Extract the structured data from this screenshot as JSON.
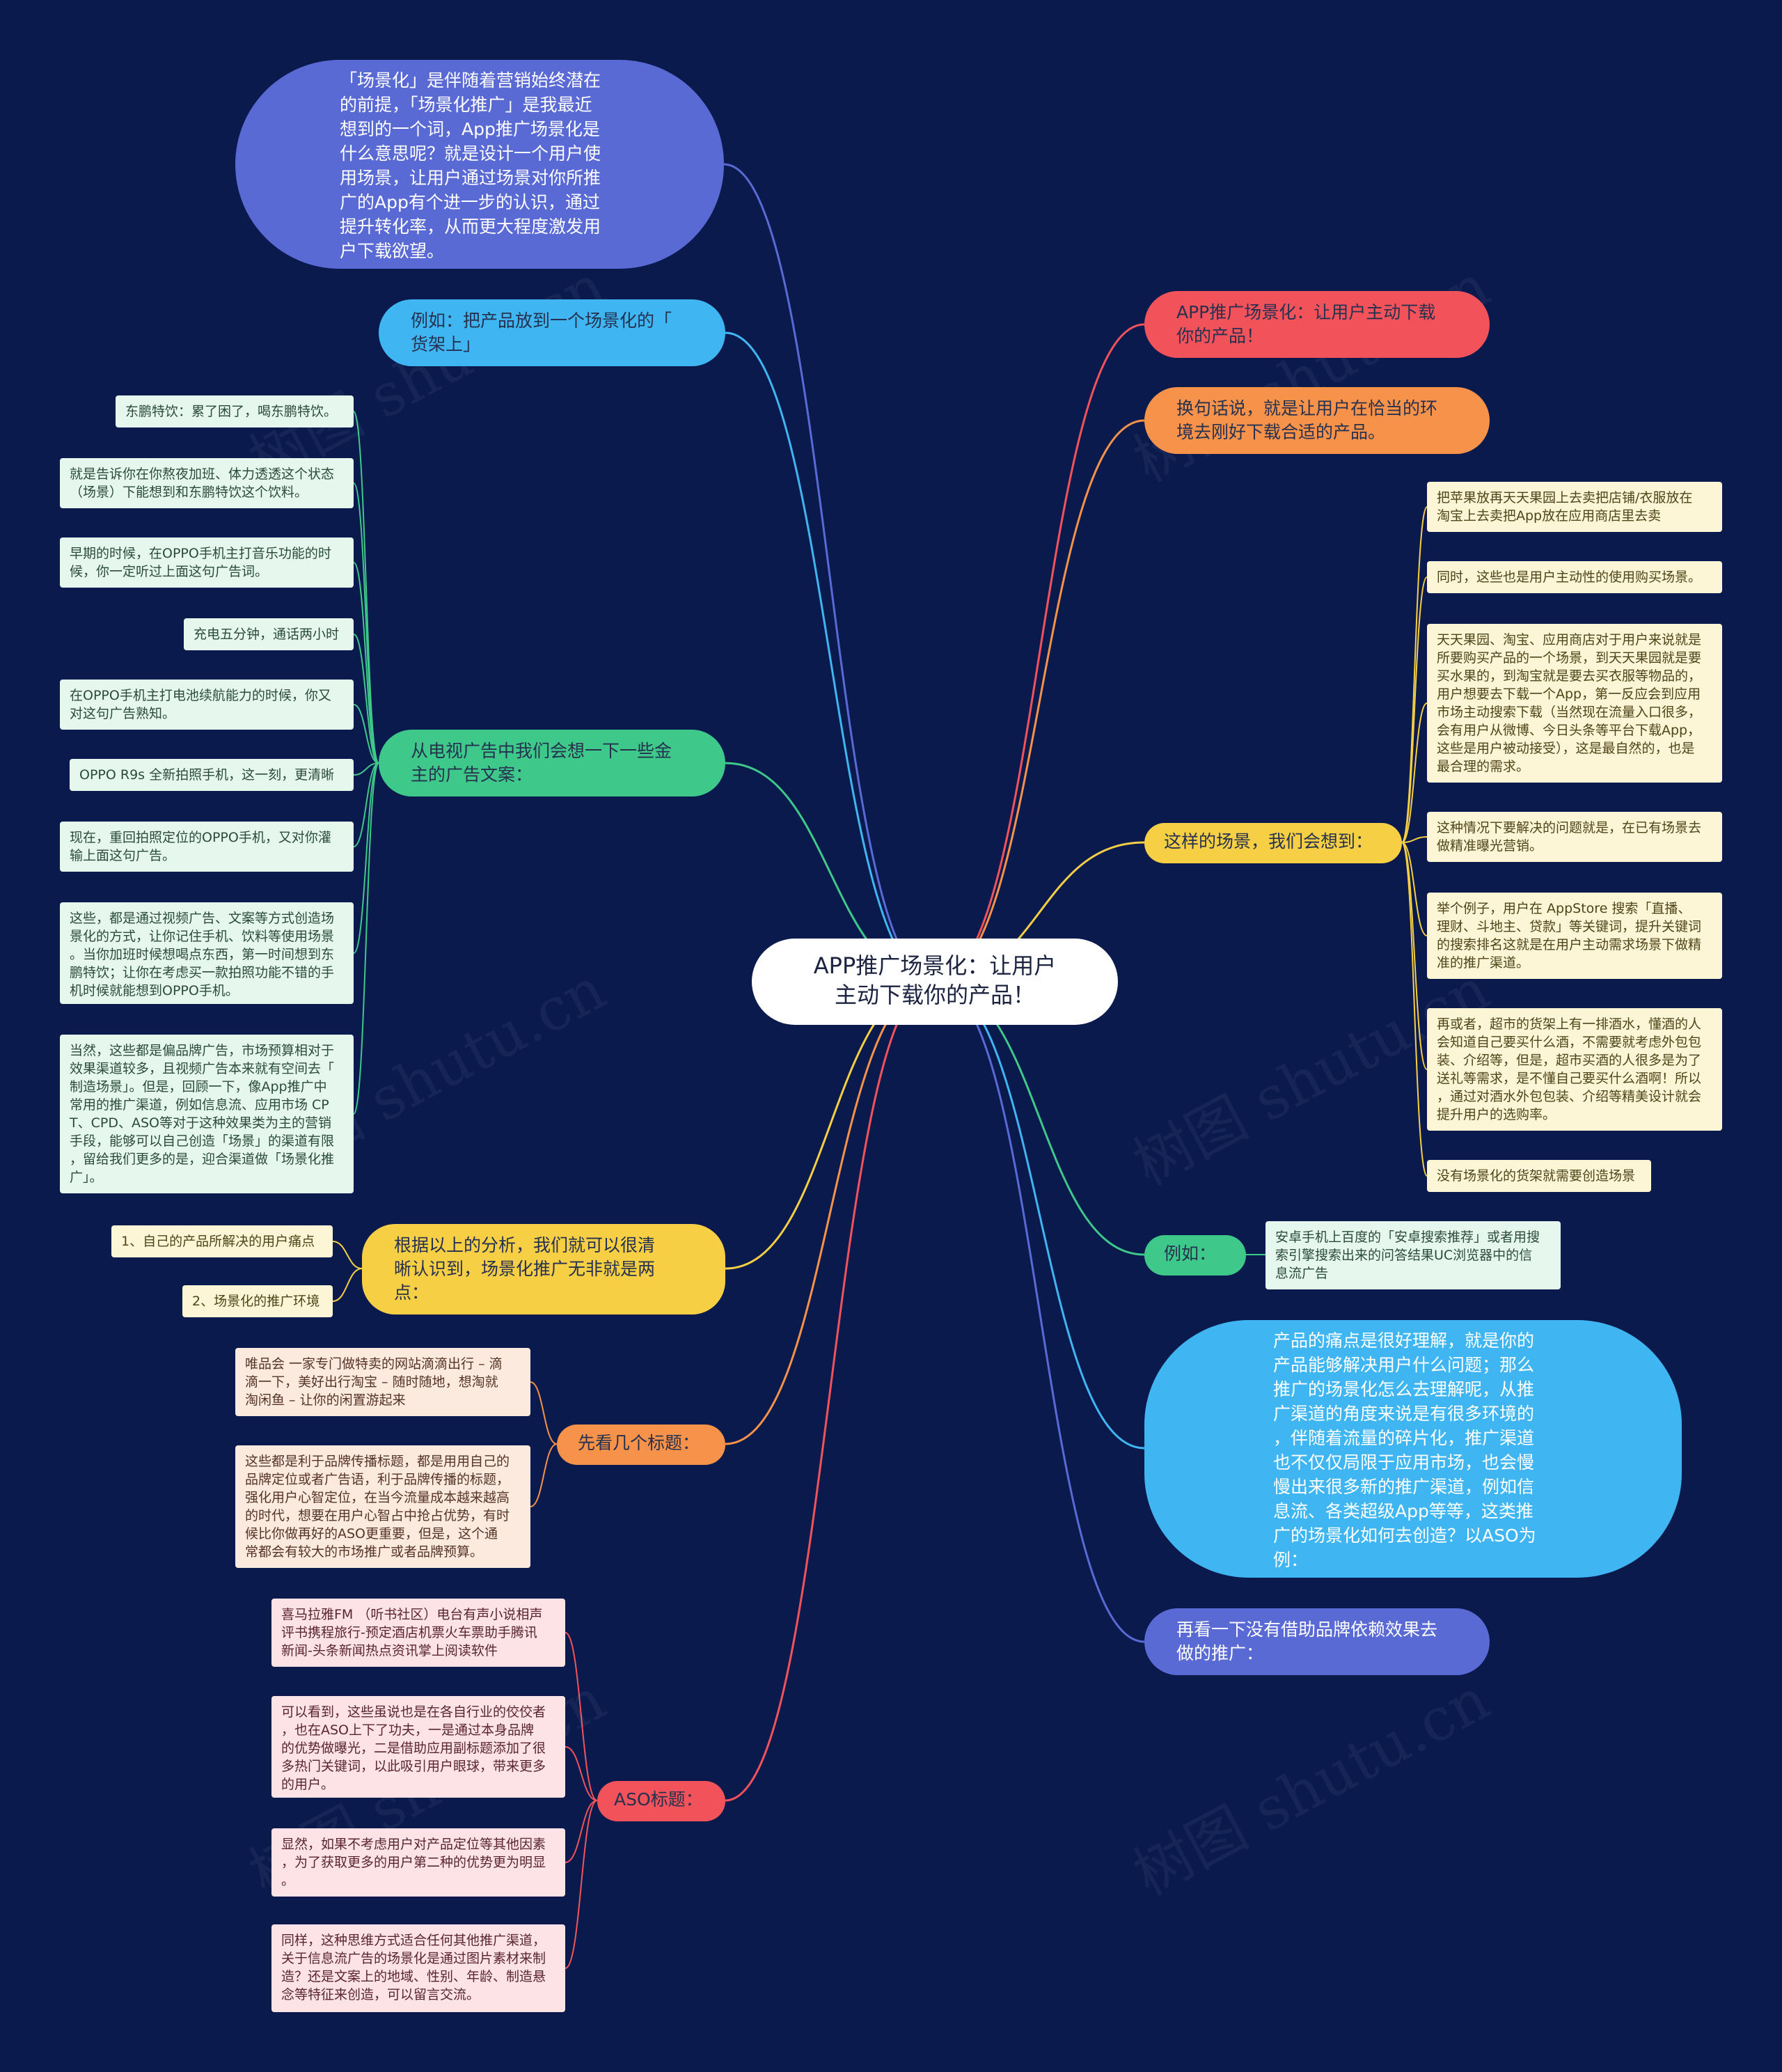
{
  "center": "APP推广场景化：让用户\n主动下载你的产品！",
  "left": {
    "intro": "「场景化」是伴随着营销始终潜在\n的前提，「场景化推广」是我最近\n想到的一个词，App推广场景化是\n什么意思呢？就是设计一个用户使\n用场景，让用户通过场景对你所推\n广的App有个进一步的认识，通过\n提升转化率，从而更大程度激发用\n户下载欲望。",
    "example_shelf": "例如：把产品放到一个场景化的「\n货架上」",
    "tv_ads": {
      "title": "从电视广告中我们会想一下一些金\n主的广告文案：",
      "items": [
        "东鹏特饮：累了困了，喝东鹏特饮。",
        "就是告诉你在你熬夜加班、体力透透这个状态\n（场景）下能想到和东鹏特饮这个饮料。",
        "早期的时候，在OPPO手机主打音乐功能的时\n候，你一定听过上面这句广告词。",
        "充电五分钟，通话两小时",
        "在OPPO手机主打电池续航能力的时候，你又\n对这句广告熟知。",
        "OPPO R9s 全新拍照手机，这一刻，更清晰",
        "现在，重回拍照定位的OPPO手机，又对你灌\n输上面这句广告。",
        "这些，都是通过视频广告、文案等方式创造场\n景化的方式，让你记住手机、饮料等使用场景\n。当你加班时候想喝点东西，第一时间想到东\n鹏特饮；让你在考虑买一款拍照功能不错的手\n机时候就能想到OPPO手机。",
        "当然，这些都是偏品牌广告，市场预算相对于\n效果渠道较多，且视频广告本来就有空间去「\n制造场景」。但是，回顾一下，像App推广中\n常用的推广渠道，例如信息流、应用市场 CP\nT、CPD、ASO等对于这种效果类为主的营销\n手段，能够可以自己创造「场景」的渠道有限\n，留给我们更多的是，迎合渠道做「场景化推\n广」。"
      ]
    },
    "two_points": {
      "title": "根据以上的分析，我们就可以很清\n晰认识到，场景化推广无非就是两\n点：",
      "items": [
        "1、自己的产品所解决的用户痛点",
        "2、场景化的推广环境"
      ]
    },
    "headlines": {
      "title": "先看几个标题：",
      "items": [
        "唯品会 一家专门做特卖的网站滴滴出行 – 滴\n滴一下，美好出行淘宝 – 随时随地，想淘就\n淘闲鱼 – 让你的闲置游起来",
        "这些都是利于品牌传播标题，都是用用自己的\n品牌定位或者广告语，利于品牌传播的标题，\n强化用户心智定位，在当今流量成本越来越高\n的时代，想要在用户心智占中抢占优势，有时\n候比你做再好的ASO更重要，但是，这个通\n常都会有较大的市场推广或者品牌预算。"
      ]
    },
    "aso": {
      "title": "ASO标题：",
      "items": [
        "喜马拉雅FM （听书社区）电台有声小说相声\n评书携程旅行-预定酒店机票火车票助手腾讯\n新闻-头条新闻热点资讯掌上阅读软件",
        "可以看到，这些虽说也是在各自行业的佼佼者\n，也在ASO上下了功夫，一是通过本身品牌\n的优势做曝光，二是借助应用副标题添加了很\n多热门关键词，以此吸引用户眼球，带来更多\n的用户。",
        "显然，如果不考虑用户对产品定位等其他因素\n，为了获取更多的用户第二种的优势更为明显\n。",
        "同样，这种思维方式适合任何其他推广渠道，\n关于信息流广告的场景化是通过图片素材来制\n造？还是文案上的地域、性别、年龄、制造悬\n念等特征来创造，可以留言交流。"
      ]
    }
  },
  "right": {
    "headline": "APP推广场景化：让用户主动下载\n你的产品！",
    "rephrase": "换句话说，就是让用户在恰当的环\n境去刚好下载合适的产品。",
    "scenes": {
      "title": "这样的场景，我们会想到：",
      "items": [
        "把苹果放再天天果园上去卖把店铺/衣服放在\n淘宝上去卖把App放在应用商店里去卖",
        "同时，这些也是用户主动性的使用购买场景。",
        "天天果园、淘宝、应用商店对于用户来说就是\n所要购买产品的一个场景，到天天果园就是要\n买水果的，到淘宝就是要去买衣服等物品的，\n用户想要去下载一个App，第一反应会到应用\n市场主动搜索下载（当然现在流量入口很多，\n会有用户从微博、今日头条等平台下载App，\n这些是用户被动接受），这是最自然的，也是\n最合理的需求。",
        "这种情况下要解决的问题就是，在已有场景去\n做精准曝光营销。",
        "举个例子，用户在 AppStore 搜索「直播、\n理财、斗地主、贷款」等关键词，提升关键词\n的搜索排名这就是在用户主动需求场景下做精\n准的推广渠道。",
        "再或者，超市的货架上有一排酒水，懂酒的人\n会知道自己要买什么酒，不需要就考虑外包包\n装、介绍等，但是，超市买酒的人很多是为了\n送礼等需求，是不懂自己要买什么酒啊！所以\n，通过对酒水外包包装、介绍等精美设计就会\n提升用户的选购率。",
        "没有场景化的货架就需要创造场景"
      ]
    },
    "example": {
      "title": "例如：",
      "item": "安卓手机上百度的「安卓搜索推荐」或者用搜\n索引擎搜索出来的问答结果UC浏览器中的信\n息流广告"
    },
    "pain": "产品的痛点是很好理解，就是你的\n产品能够解决用户什么问题；那么\n推广的场景化怎么去理解呢，从推\n广渠道的角度来说是有很多环境的\n，伴随着流量的碎片化，推广渠道\n也不仅仅局限于应用市场，也会慢\n慢出来很多新的推广渠道，例如信\n息流、各类超级App等等，这类推\n广的场景化如何去创造？以ASO为\n例：",
    "no_brand": "再看一下没有借助品牌依赖效果去\n做的推广："
  },
  "watermark": "树图 shutu.cn"
}
